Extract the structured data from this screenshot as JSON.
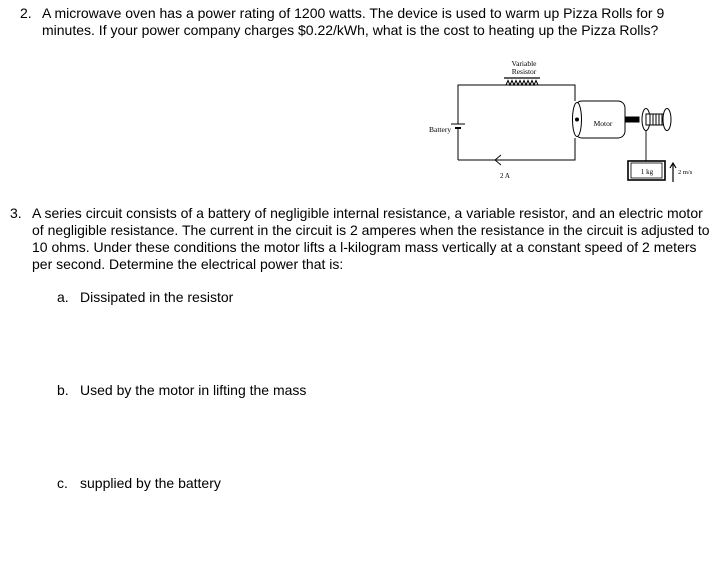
{
  "question2": {
    "number": "2.",
    "text": "A microwave oven has a power rating of 1200 watts. The device is used to warm up Pizza Rolls for 9 minutes. If your power company charges $0.22/kWh, what is the cost to heating up the Pizza Rolls?"
  },
  "diagram": {
    "resistor_label_line1": "Variable",
    "resistor_label_line2": "Resistor",
    "battery_label": "Battery",
    "motor_label": "Motor",
    "current_label": "2 A",
    "mass_label": "1 kg",
    "speed_label": "2 m/s"
  },
  "question3": {
    "number": "3.",
    "text": "A series circuit consists of a battery of negligible internal resistance, a variable resistor, and an electric motor of negligible resistance. The current in the circuit is 2 amperes when the resistance in the circuit is adjusted to 10 ohms. Under these conditions the motor lifts a l-kilogram mass vertically at a constant speed of  2 meters per second. Determine the electrical power that is:",
    "parts": [
      {
        "letter": "a.",
        "text": "Dissipated in the resistor"
      },
      {
        "letter": "b.",
        "text": "Used by the motor in lifting the mass"
      },
      {
        "letter": "c.",
        "text": "supplied by the battery"
      }
    ]
  }
}
